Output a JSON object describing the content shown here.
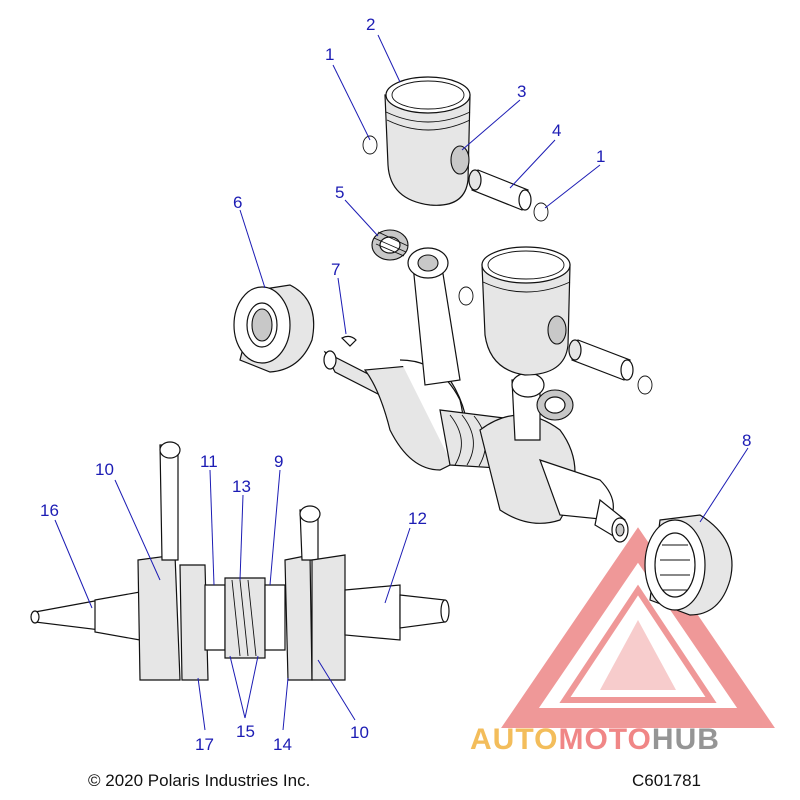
{
  "callouts": {
    "c1a": "1",
    "c2": "2",
    "c3": "3",
    "c4": "4",
    "c1b": "1",
    "c5": "5",
    "c6": "6",
    "c7": "7",
    "c8": "8",
    "c9": "9",
    "c10a": "10",
    "c11": "11",
    "c13": "13",
    "c12": "12",
    "c16": "16",
    "c17": "17",
    "c15": "15",
    "c14": "14",
    "c10b": "10"
  },
  "footer": {
    "copyright": "© 2020 Polaris Industries Inc.",
    "diagram_code": "C601781"
  },
  "watermark": {
    "part1": "AUTO",
    "part2": "MOTO",
    "part3": "HUB",
    "colors": {
      "auto": "#f2b64a",
      "moto": "#ef7a7a",
      "hub": "#8a8a8a",
      "triangle": "#ee8d8d"
    }
  },
  "colors": {
    "callout": "#1c1cb4",
    "line": "#111111"
  }
}
